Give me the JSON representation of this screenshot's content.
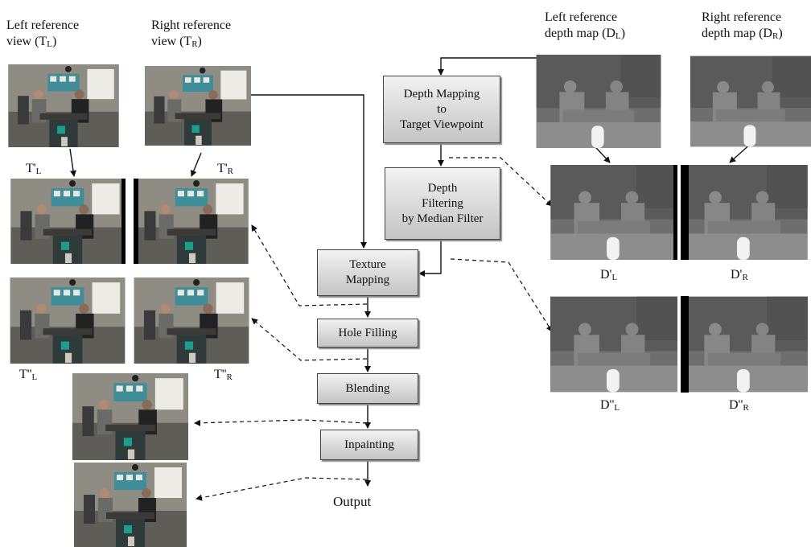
{
  "labels": {
    "left_ref_view_1": "Left reference",
    "left_ref_view_2": "view (T",
    "left_ref_view_sub": "L",
    "right_ref_view_1": "Right reference",
    "right_ref_view_2": "view (T",
    "right_ref_view_sub": "R",
    "left_ref_depth_1": "Left reference",
    "left_ref_depth_2": "depth map (D",
    "left_ref_depth_sub": "L",
    "right_ref_depth_1": "Right reference",
    "right_ref_depth_2": "depth map (D",
    "right_ref_depth_sub": "R",
    "t_prime_l": "T'",
    "t_prime_r": "T'",
    "t_dprime_l": "T''",
    "t_dprime_r": "T''",
    "d_prime_l": "D'",
    "d_prime_r": "D'",
    "d_dprime_l": "D''",
    "d_dprime_r": "D''",
    "sub_l": "L",
    "sub_r": "R",
    "close_paren": ")"
  },
  "steps": {
    "depth_mapping_1": "Depth Mapping",
    "depth_mapping_2": "to",
    "depth_mapping_3": "Target Viewpoint",
    "depth_filtering_1": "Depth",
    "depth_filtering_2": "Filtering",
    "depth_filtering_3": "by Median Filter",
    "texture_mapping_1": "Texture",
    "texture_mapping_2": "Mapping",
    "hole_filling": "Hole Filling",
    "blending": "Blending",
    "inpainting": "Inpainting",
    "output": "Output"
  }
}
